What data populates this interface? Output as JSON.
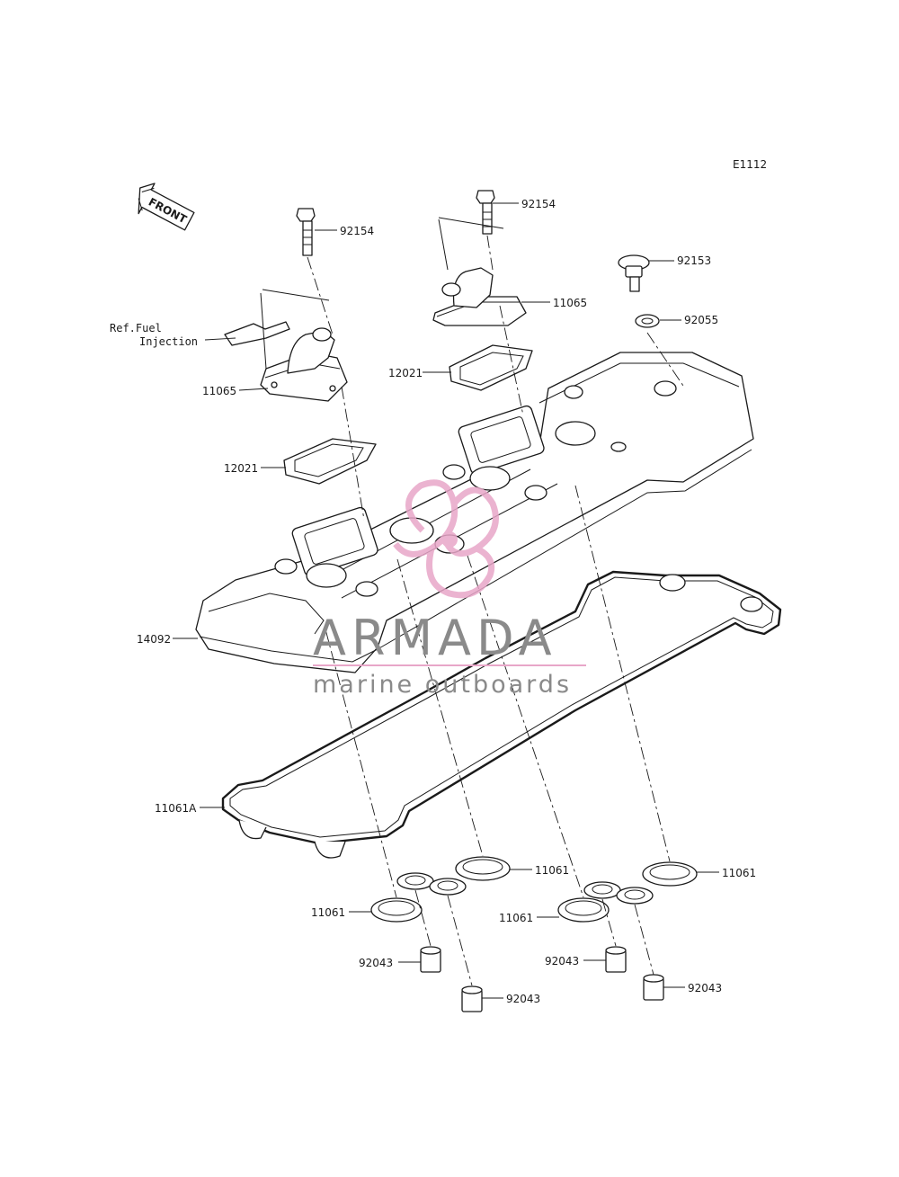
{
  "diagram": {
    "code": "E1112",
    "front_arrow": "FRONT",
    "labels": {
      "bolt_left": "92154",
      "bolt_right": "92154",
      "bolt_92153": "92153",
      "washer_92055": "92055",
      "ref_fuel_line1": "Ref.Fuel",
      "ref_fuel_line2": "Injection",
      "breather_left": "11065",
      "breather_right": "11065",
      "plate_left": "12021",
      "plate_right": "12021",
      "cover": "14092",
      "gasket_main": "11061A",
      "seal_1": "11061",
      "seal_2": "11061",
      "seal_3": "11061",
      "seal_4": "11061",
      "collar_1": "92043",
      "collar_2": "92043",
      "collar_3": "92043",
      "collar_4": "92043"
    }
  },
  "watermark": {
    "brand": "ARMADA",
    "tagline": "marine outboards",
    "accent_color": "#e8a6c8",
    "text_color": "#8a8a8a"
  }
}
